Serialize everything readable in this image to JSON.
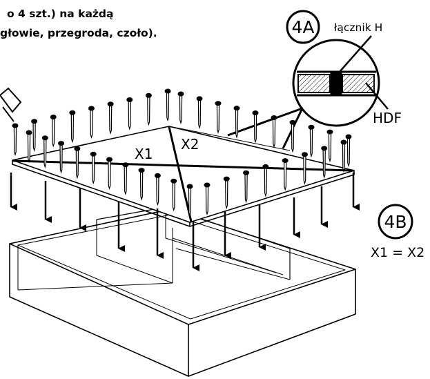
{
  "instruction": {
    "line1": "o 4 szt.) na każdą",
    "line2": "głowie, przegroda, czoło)."
  },
  "step_a": {
    "badge": "4A",
    "connector_label": "łącznik H",
    "panel_label": "HDF"
  },
  "step_b": {
    "badge": "4B",
    "rule": "X1 = X2"
  },
  "diagonals": {
    "first": "X1",
    "second": "X2"
  }
}
